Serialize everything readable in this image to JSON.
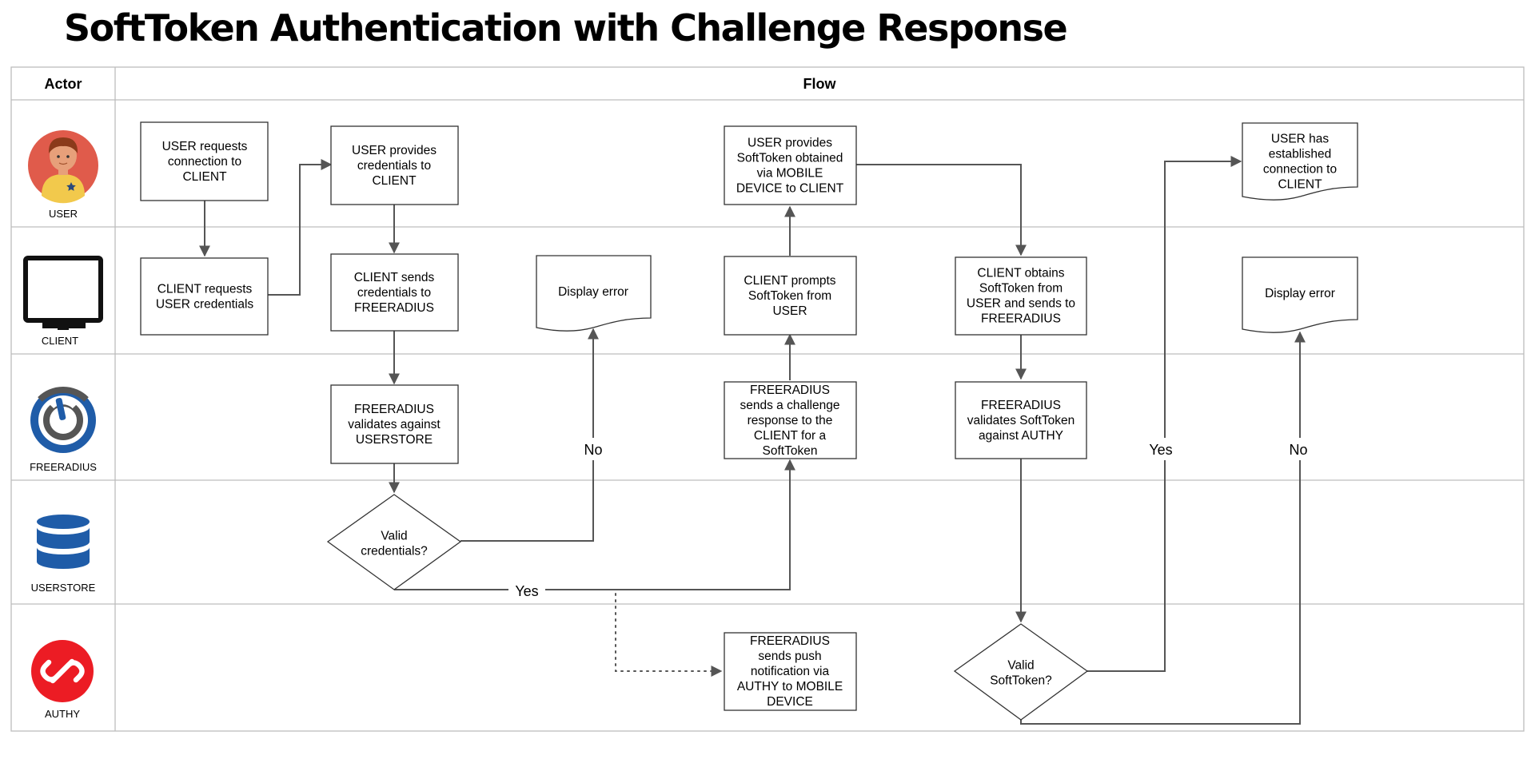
{
  "title": "SoftToken Authentication with Challenge Response",
  "table": {
    "actor_header": "Actor",
    "flow_header": "Flow"
  },
  "actors": [
    {
      "id": "user",
      "label": "USER",
      "icon": "user-avatar-icon",
      "color": "#e05b4b"
    },
    {
      "id": "client",
      "label": "CLIENT",
      "icon": "monitor-icon",
      "color": "#111111"
    },
    {
      "id": "freeradius",
      "label": "FREERADIUS",
      "icon": "freeradius-logo-icon",
      "color": "#1f5ca8"
    },
    {
      "id": "userstore",
      "label": "USERSTORE",
      "icon": "database-icon",
      "color": "#1f5ca8"
    },
    {
      "id": "authy",
      "label": "AUTHY",
      "icon": "authy-logo-icon",
      "color": "#ec1c24"
    }
  ],
  "nodes": {
    "user_requests": [
      "USER requests",
      "connection to",
      "CLIENT"
    ],
    "client_requests": [
      "CLIENT requests",
      "USER credentials"
    ],
    "user_provides_cred": [
      "USER provides",
      "credentials to",
      "CLIENT"
    ],
    "client_sends_cred": [
      "CLIENT sends",
      "credentials to",
      "FREERADIUS"
    ],
    "freeradius_validates": [
      "FREERADIUS",
      "validates against",
      "USERSTORE"
    ],
    "valid_credentials": [
      "Valid",
      "credentials?"
    ],
    "display_error_1": [
      "Display error"
    ],
    "user_provides_token": [
      "USER provides",
      "SoftToken obtained",
      "via MOBILE",
      "DEVICE to CLIENT"
    ],
    "client_prompts": [
      "CLIENT prompts",
      "SoftToken from",
      "USER"
    ],
    "freeradius_challenge": [
      "FREERADIUS",
      "sends a challenge",
      "response to the",
      "CLIENT for a",
      "SoftToken"
    ],
    "freeradius_push": [
      "FREERADIUS",
      "sends push",
      "notification via",
      "AUTHY to MOBILE",
      "DEVICE"
    ],
    "client_obtains": [
      "CLIENT obtains",
      "SoftToken from",
      "USER and sends to",
      "FREERADIUS"
    ],
    "freeradius_validates_token": [
      "FREERADIUS",
      "validates SoftToken",
      "against AUTHY"
    ],
    "valid_softtoken": [
      "Valid",
      "SoftToken?"
    ],
    "user_established": [
      "USER has",
      "established",
      "connection to",
      "CLIENT"
    ],
    "display_error_2": [
      "Display error"
    ]
  },
  "edge_labels": {
    "no_1": "No",
    "yes_1": "Yes",
    "yes_2": "Yes",
    "no_2": "No"
  }
}
